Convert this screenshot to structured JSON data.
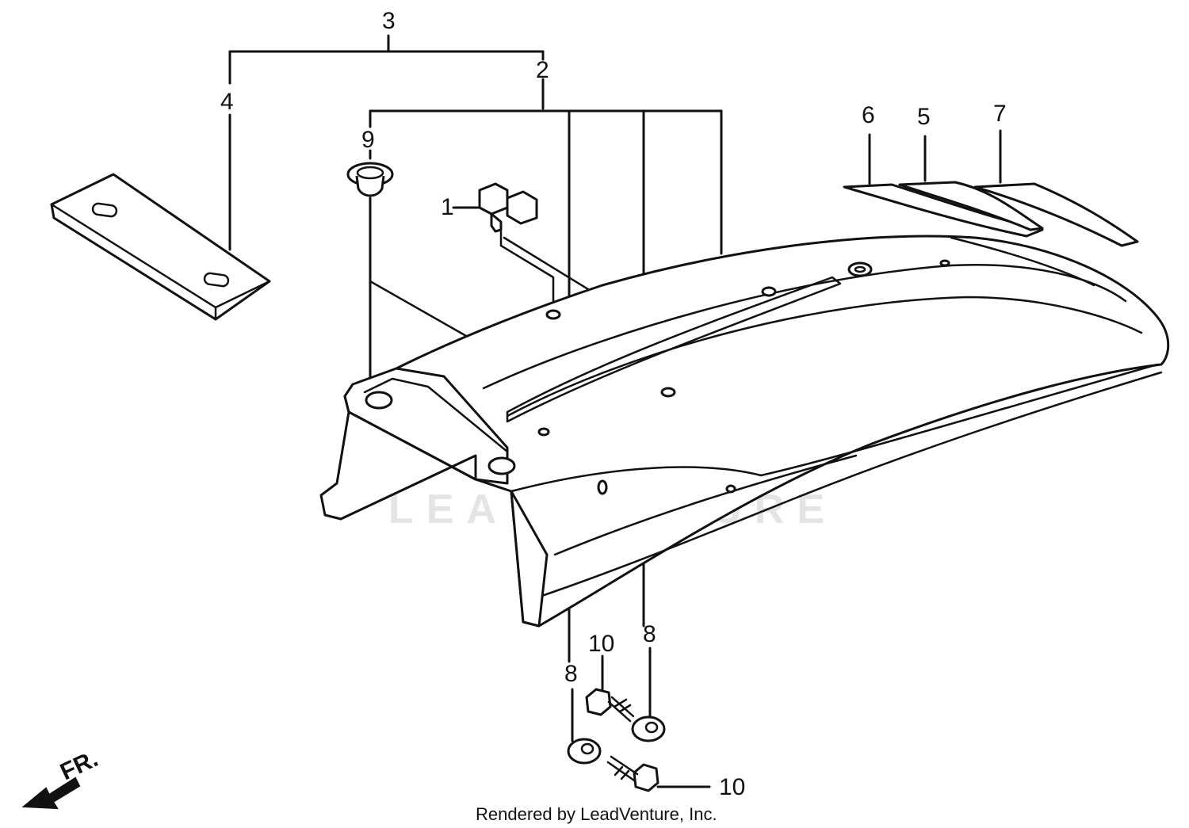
{
  "diagram": {
    "callouts": {
      "c1": "1",
      "c2": "2",
      "c3": "3",
      "c4": "4",
      "c5": "5",
      "c6": "6",
      "c7": "7",
      "c8_upper": "8",
      "c8_lower": "8",
      "c9": "9",
      "c10_upper": "10",
      "c10_lower": "10"
    },
    "direction_label": "FR.",
    "watermark": "LEADVENTURE",
    "footer": "Rendered by LeadVenture, Inc."
  },
  "colors": {
    "line": "#111111",
    "background": "#ffffff",
    "watermark": "#e4e4e4"
  }
}
